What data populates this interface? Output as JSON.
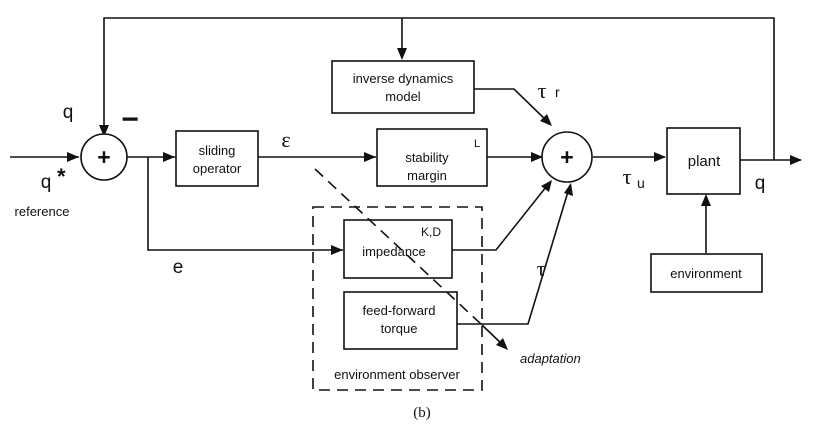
{
  "diagram": {
    "blocks": {
      "sliding_operator": [
        "sliding",
        "operator"
      ],
      "inverse_dynamics": [
        "inverse dynamics",
        "model"
      ],
      "stability_margin": [
        "stability",
        "margin"
      ],
      "stability_margin_sup": "L",
      "impedance": "impedance",
      "impedance_sup": "K,D",
      "feed_forward": [
        "feed-forward",
        "torque"
      ],
      "plant": "plant",
      "environment": "environment"
    },
    "summing_junction": "+",
    "minus_sign": "−",
    "signals": {
      "q_feedback": "q",
      "q_star": "q",
      "q_star_sup": "*",
      "reference": "reference",
      "epsilon": "ε",
      "e": "e",
      "tau_r": "τ",
      "tau_r_sub": "r",
      "tau_u": "τ",
      "tau_u_sub": "u",
      "tau": "τ",
      "q_out": "q"
    },
    "observer_label": "environment observer",
    "adaptation_label": "adaptation",
    "caption": "(b)"
  }
}
